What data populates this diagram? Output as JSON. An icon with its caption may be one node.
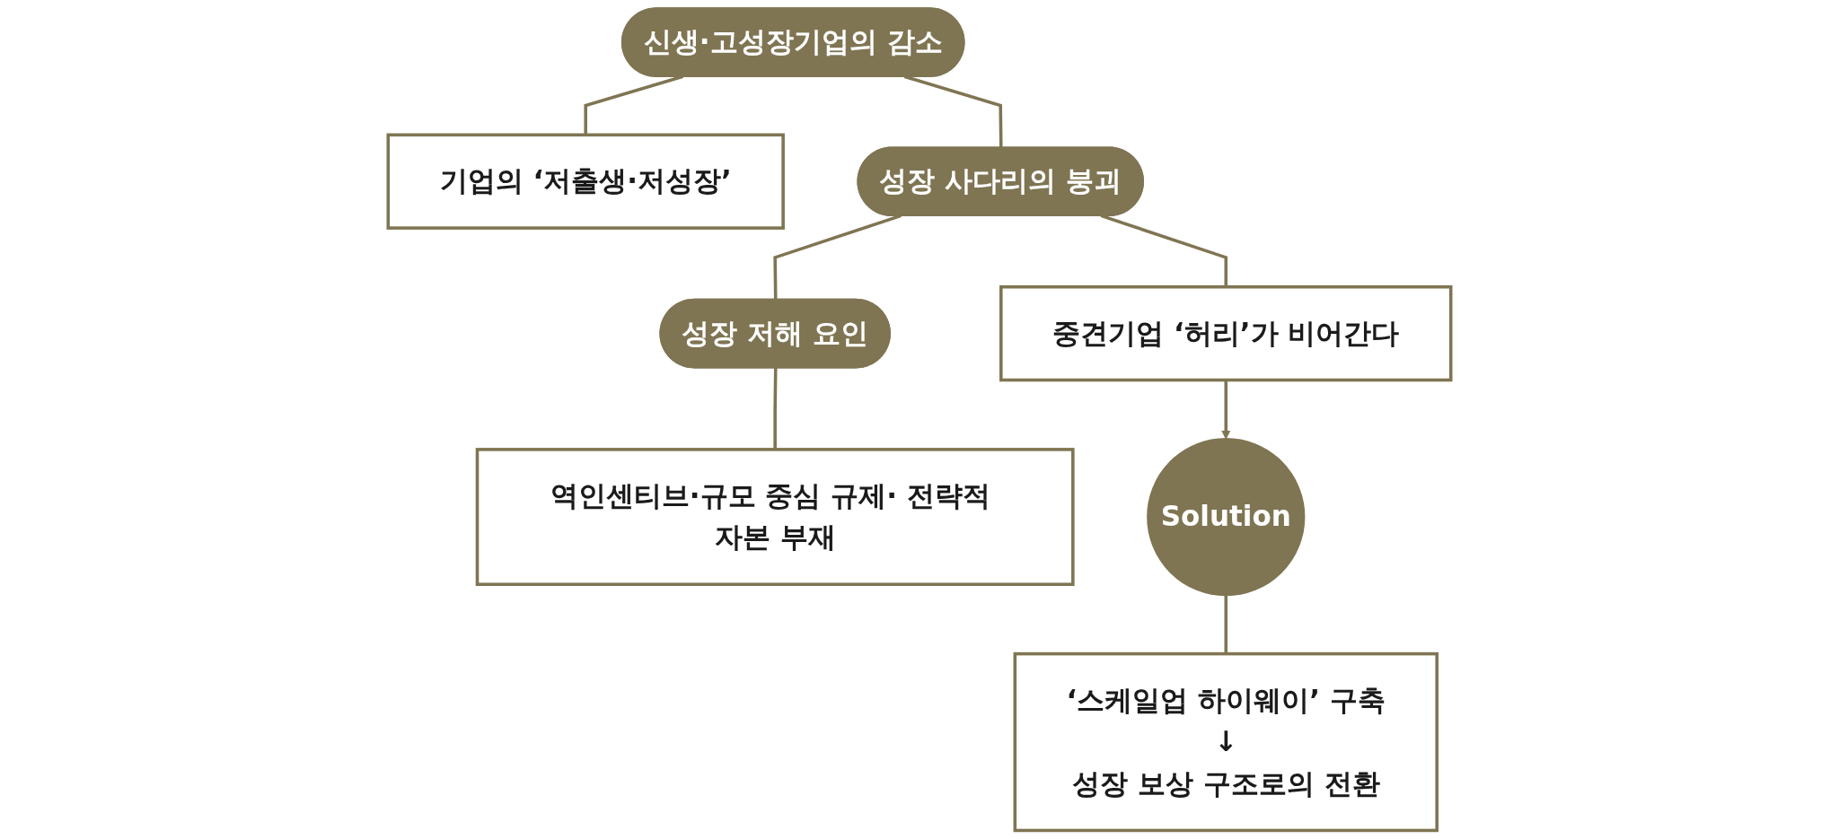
{
  "diagram": {
    "nodes": [
      {
        "text": [
          "신생·고성장기업의 감소"
        ]
      },
      {
        "text": [
          "기업의 ‘저출생·저성장’"
        ]
      },
      {
        "text": [
          "성장 사다리의 붕괴"
        ]
      },
      {
        "text": [
          "중견기업 ‘허리’가 비어간다"
        ]
      },
      {
        "text": [
          "성장 저해 요인"
        ]
      },
      {
        "text": [
          "역인센티브·규모 중심 규제· 전략적 자본 부재"
        ]
      },
      {
        "text": [
          "Solution"
        ]
      },
      {
        "text": [
          "‘스케일업 하이웨이’ 구축",
          "↓",
          "성장 보상 구조로의 전환"
        ]
      }
    ],
    "edges": [
      {
        "from": 0,
        "to": 2,
        "arrow": "none"
      },
      {
        "from": 2,
        "to": 4,
        "arrow": "none"
      },
      {
        "from": 0,
        "to": 1,
        "arrow": "none"
      },
      {
        "from": 2,
        "to": 3,
        "arrow": "none"
      },
      {
        "from": 4,
        "to": 5,
        "arrow": "none"
      },
      {
        "from": 3,
        "to": 6,
        "arrow": "to"
      },
      {
        "from": 6,
        "to": 7,
        "arrow": "none"
      }
    ]
  }
}
